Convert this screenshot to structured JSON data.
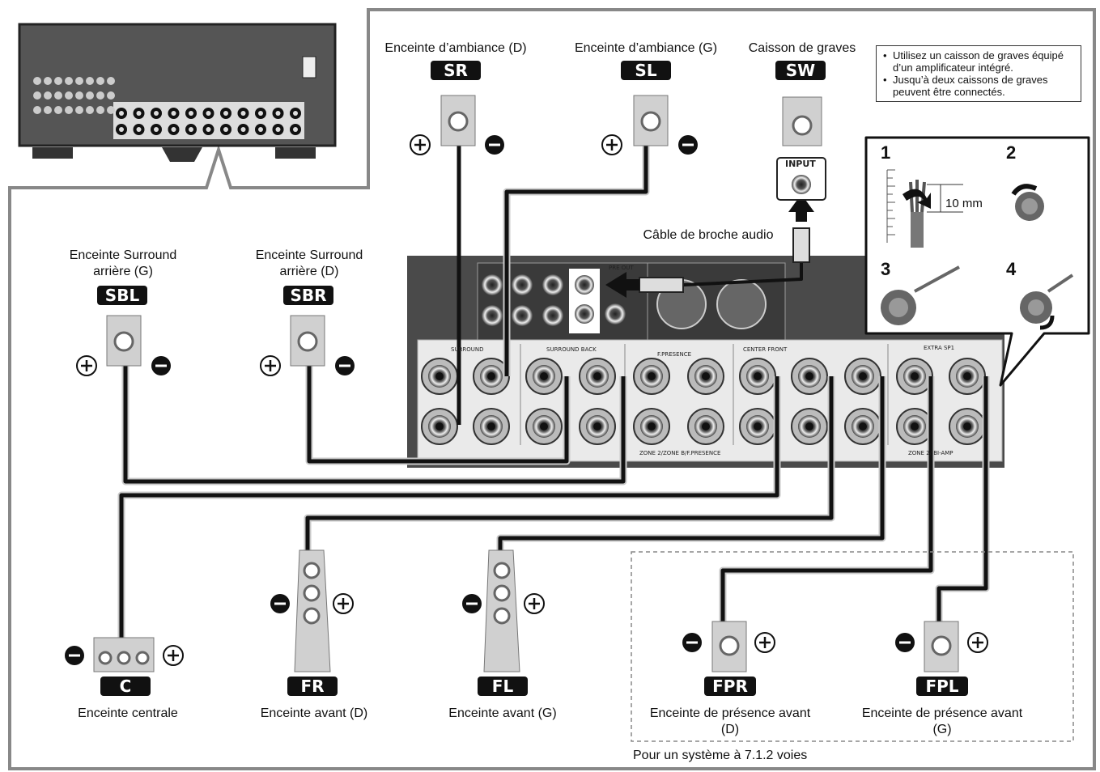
{
  "speakers": {
    "sr": {
      "code": "SR",
      "label": "Enceinte d’ambiance (D)"
    },
    "sl": {
      "code": "SL",
      "label": "Enceinte d’ambiance (G)"
    },
    "sw": {
      "code": "SW",
      "label": "Caisson de graves"
    },
    "sbl": {
      "code": "SBL",
      "label": "Enceinte Surround\narrière (G)"
    },
    "sbr": {
      "code": "SBR",
      "label": "Enceinte Surround\narrière (D)"
    },
    "c": {
      "code": "C",
      "label": "Enceinte centrale"
    },
    "fr": {
      "code": "FR",
      "label": "Enceinte avant (D)"
    },
    "fl": {
      "code": "FL",
      "label": "Enceinte avant (G)"
    },
    "fpr": {
      "code": "FPR",
      "label": "Enceinte de présence avant\n(D)"
    },
    "fpl": {
      "code": "FPL",
      "label": "Enceinte de présence avant\n(G)"
    }
  },
  "note": {
    "items": [
      "Utilisez un caisson de graves équipé d’un amplificateur intégré.",
      "Jusqu’à deux caissons de graves peuvent être connectés."
    ]
  },
  "cable_label": "Câble de broche audio",
  "input_label": "INPUT",
  "steps": {
    "s1": "1",
    "s2": "2",
    "s3": "3",
    "s4": "4",
    "measure": "10 mm"
  },
  "footer": "Pour un système à 7.1.2 voies",
  "panel_labels": {
    "surround": "SURROUND",
    "surround_back": "SURROUND BACK",
    "presence": "F.PRESENCE",
    "center_front": "CENTER FRONT",
    "extra_sp": "EXTRA SP1",
    "pre_out": "PRE OUT",
    "zone2": "ZONE 2/ZONE B/F.PRESENCE",
    "zone_amp": "ZONE 2/ BI-AMP"
  },
  "colors": {
    "cable_black": "#111111",
    "cable_gray": "#c8c8c8",
    "panel": "#4a4a4a",
    "frame": "#777777"
  }
}
